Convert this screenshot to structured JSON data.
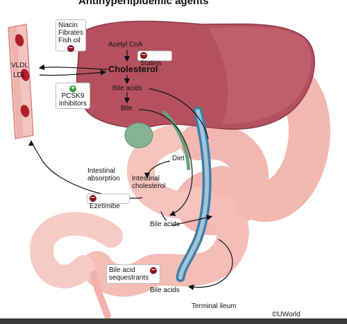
{
  "title": "Antihyperlipidemic agents",
  "labels": {
    "niacin": "Niacin",
    "fibrates": "Fibrates",
    "fish_oil": "Fish oil",
    "vldl": "VLDL",
    "ldl": "LDL",
    "acetyl_coa": "Acetyl CoA",
    "statins": "Statins",
    "cholesterol": "Cholesterol",
    "bile_acids_liver": "Bile acids",
    "bile": "Bile",
    "pcsk9_line1": "PCSK9",
    "pcsk9_line2": "inhibitors",
    "diet": "Diet",
    "intestinal_absorption_line1": "Intestinal",
    "intestinal_absorption_line2": "absorption",
    "intestinal_cholesterol_line1": "Intestinal",
    "intestinal_cholesterol_line2": "cholesterol",
    "ezetimibe": "Ezetimibe",
    "bile_acids_intestine": "Bile acids",
    "sequestrants_line1": "Bile acid",
    "sequestrants_line2": "sequestrants",
    "bile_acids_ileum": "Bile acids",
    "terminal_ileum": "Terminal ileum",
    "copyright": "©UWorld"
  },
  "icons": {
    "inhibit": "minus-circle",
    "promote": "plus-circle"
  },
  "colors": {
    "inhibit": "#8a1620",
    "promote": "#2f9b3b",
    "liver": "#b5515e",
    "intestine": "#f2b7b0",
    "bile_duct": "#3f7fa6",
    "vessel": "#e7a19a"
  }
}
